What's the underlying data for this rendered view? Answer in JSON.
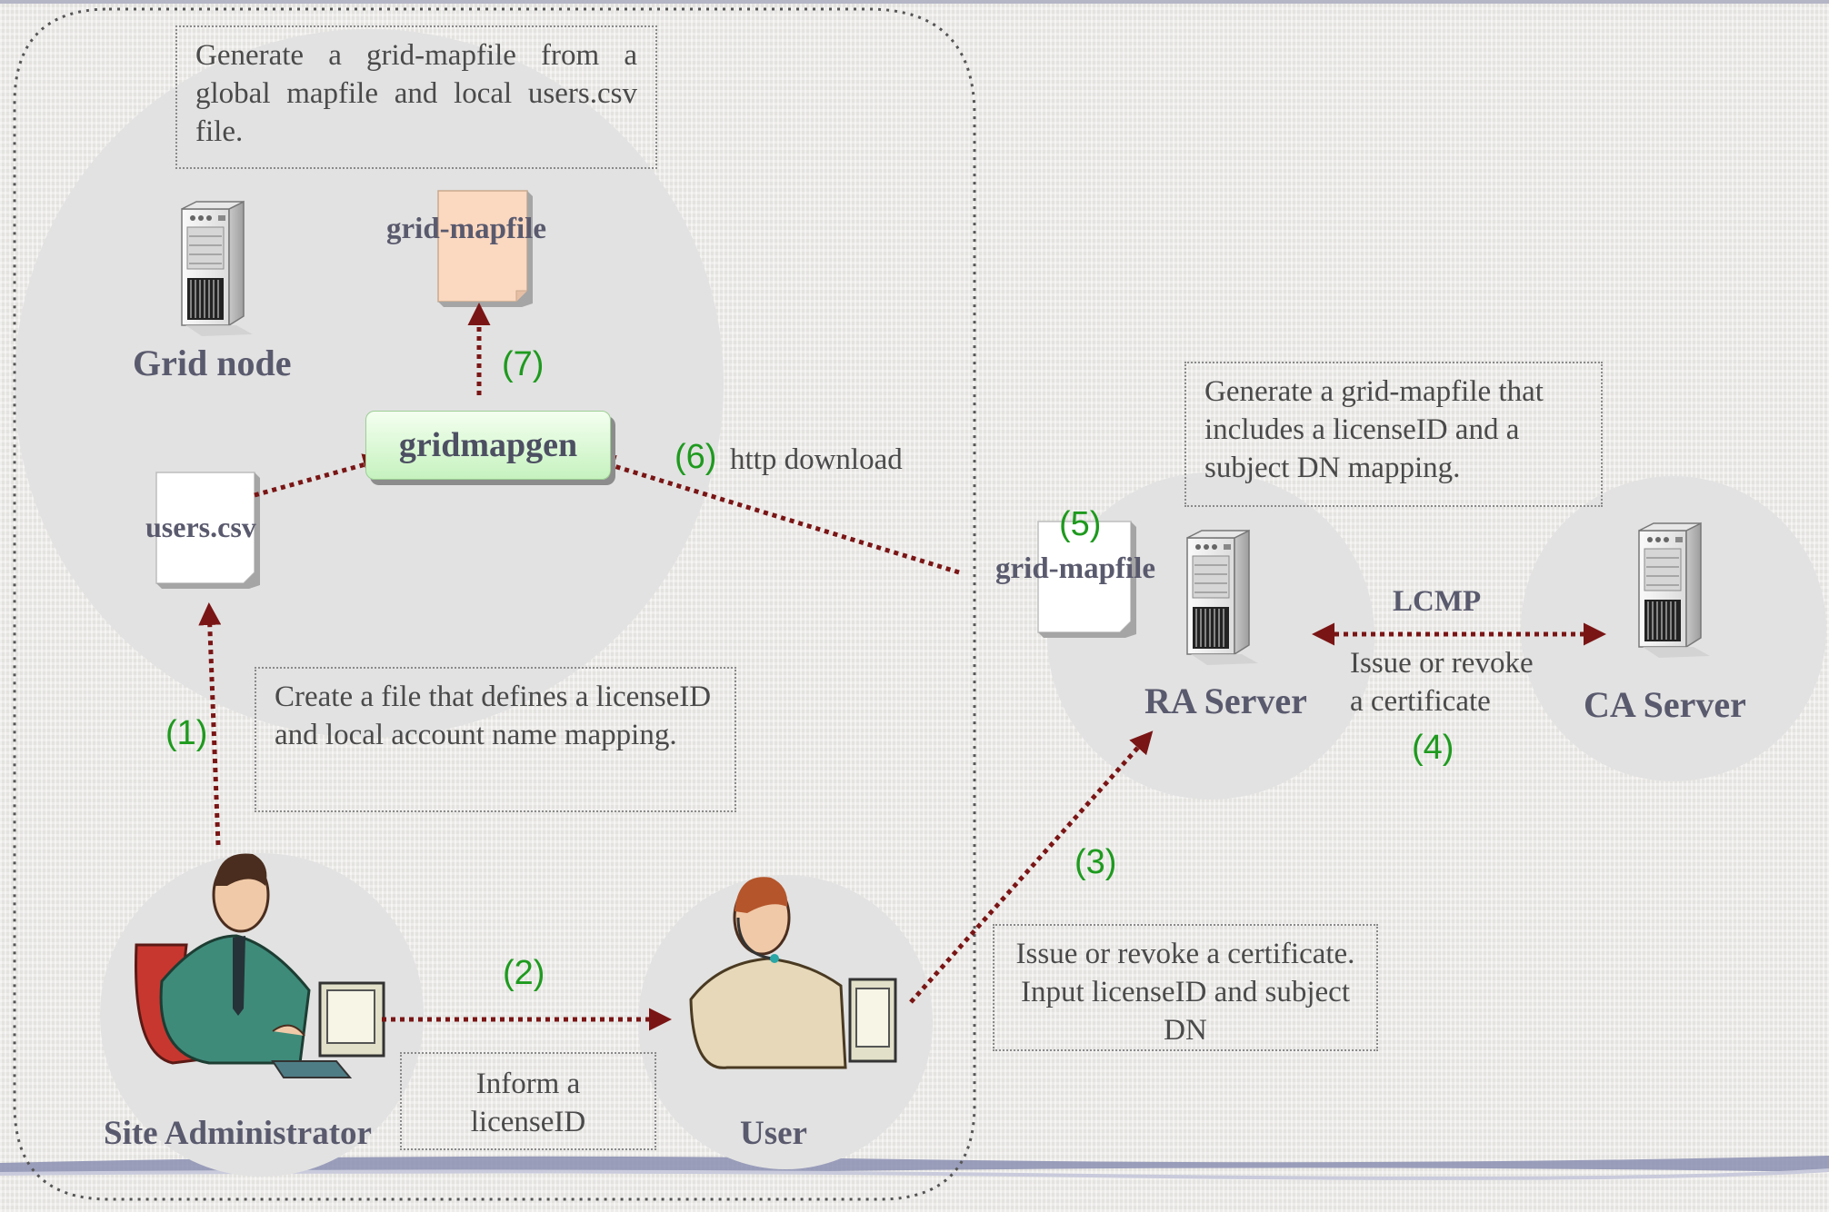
{
  "labels": {
    "grid_node": "Grid node",
    "gridmapfile_top": "grid-mapfile",
    "gridmapgen": "gridmapgen",
    "users_csv": "users.csv",
    "gridmapfile_ra": "grid-mapfile",
    "ra_server": "RA Server",
    "ca_server": "CA Server",
    "lcmp": "LCMP",
    "site_admin": "Site Administrator",
    "user": "User",
    "http_download": "http download",
    "issue_revoke_1": "Issue or revoke",
    "issue_revoke_2": "a certificate"
  },
  "steps": {
    "s1": "(1)",
    "s2": "(2)",
    "s3": "(3)",
    "s4": "(4)",
    "s5": "(5)",
    "s6": "(6)",
    "s7": "(7)"
  },
  "notes": {
    "gen_global": "Generate a grid-mapfile from a global mapfile and local users.csv file.",
    "gen_license": "Generate a grid-mapfile that includes a licenseID and a subject DN mapping.",
    "create_file": "Create a file that defines a licenseID and local account name mapping.",
    "issue_input": "Issue or revoke a certificate. Input licenseID and subject DN",
    "inform": "Inform a licenseID"
  },
  "colors": {
    "arrow": "#7a1515",
    "step": "#1e9a1e",
    "circle": "#e3e3e3",
    "gridmapgen_fill": "#d8f7d2",
    "mapfile_fill": "#fbd8c0"
  }
}
